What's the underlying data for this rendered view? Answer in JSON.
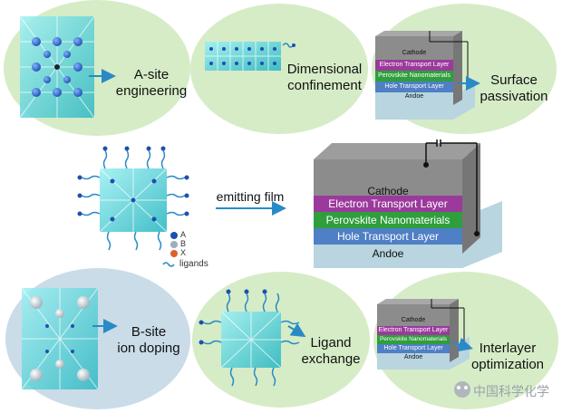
{
  "panels": {
    "a_site": {
      "label_line1": "A-site",
      "label_line2": "engineering"
    },
    "dimensional": {
      "label_line1": "Dimensional",
      "label_line2": "confinement"
    },
    "surface": {
      "label_line1": "Surface",
      "label_line2": "passivation"
    },
    "b_site": {
      "label_line1": "B-site",
      "label_line2": "ion doping"
    },
    "ligand": {
      "label_line1": "Ligand",
      "label_line2": "exchange"
    },
    "interlayer": {
      "label_line1": "Interlayer",
      "label_line2": "optimization"
    }
  },
  "center": {
    "arrow_label": "emitting film",
    "legend": {
      "a": "A",
      "b": "B",
      "x": "X",
      "ligands": "ligands"
    }
  },
  "device": {
    "cathode": "Cathode",
    "etl": "Electron Transport Layer",
    "perovskite": "Perovskite Nanomaterials",
    "htl": "Hole Transport Layer",
    "anode": "Andoe"
  },
  "watermark": {
    "text": "中国科学化学"
  },
  "colors": {
    "panel_green": "#d6ecc7",
    "panel_blue": "#c9dce8",
    "cathode": "#8c8c8c",
    "etl": "#9b3a9c",
    "perovskite": "#2f9e3c",
    "htl": "#4f7fc4",
    "anode_base": "#b8d5e0",
    "crystal": "#5bd6dc",
    "arrow": "#2a8ac6"
  }
}
